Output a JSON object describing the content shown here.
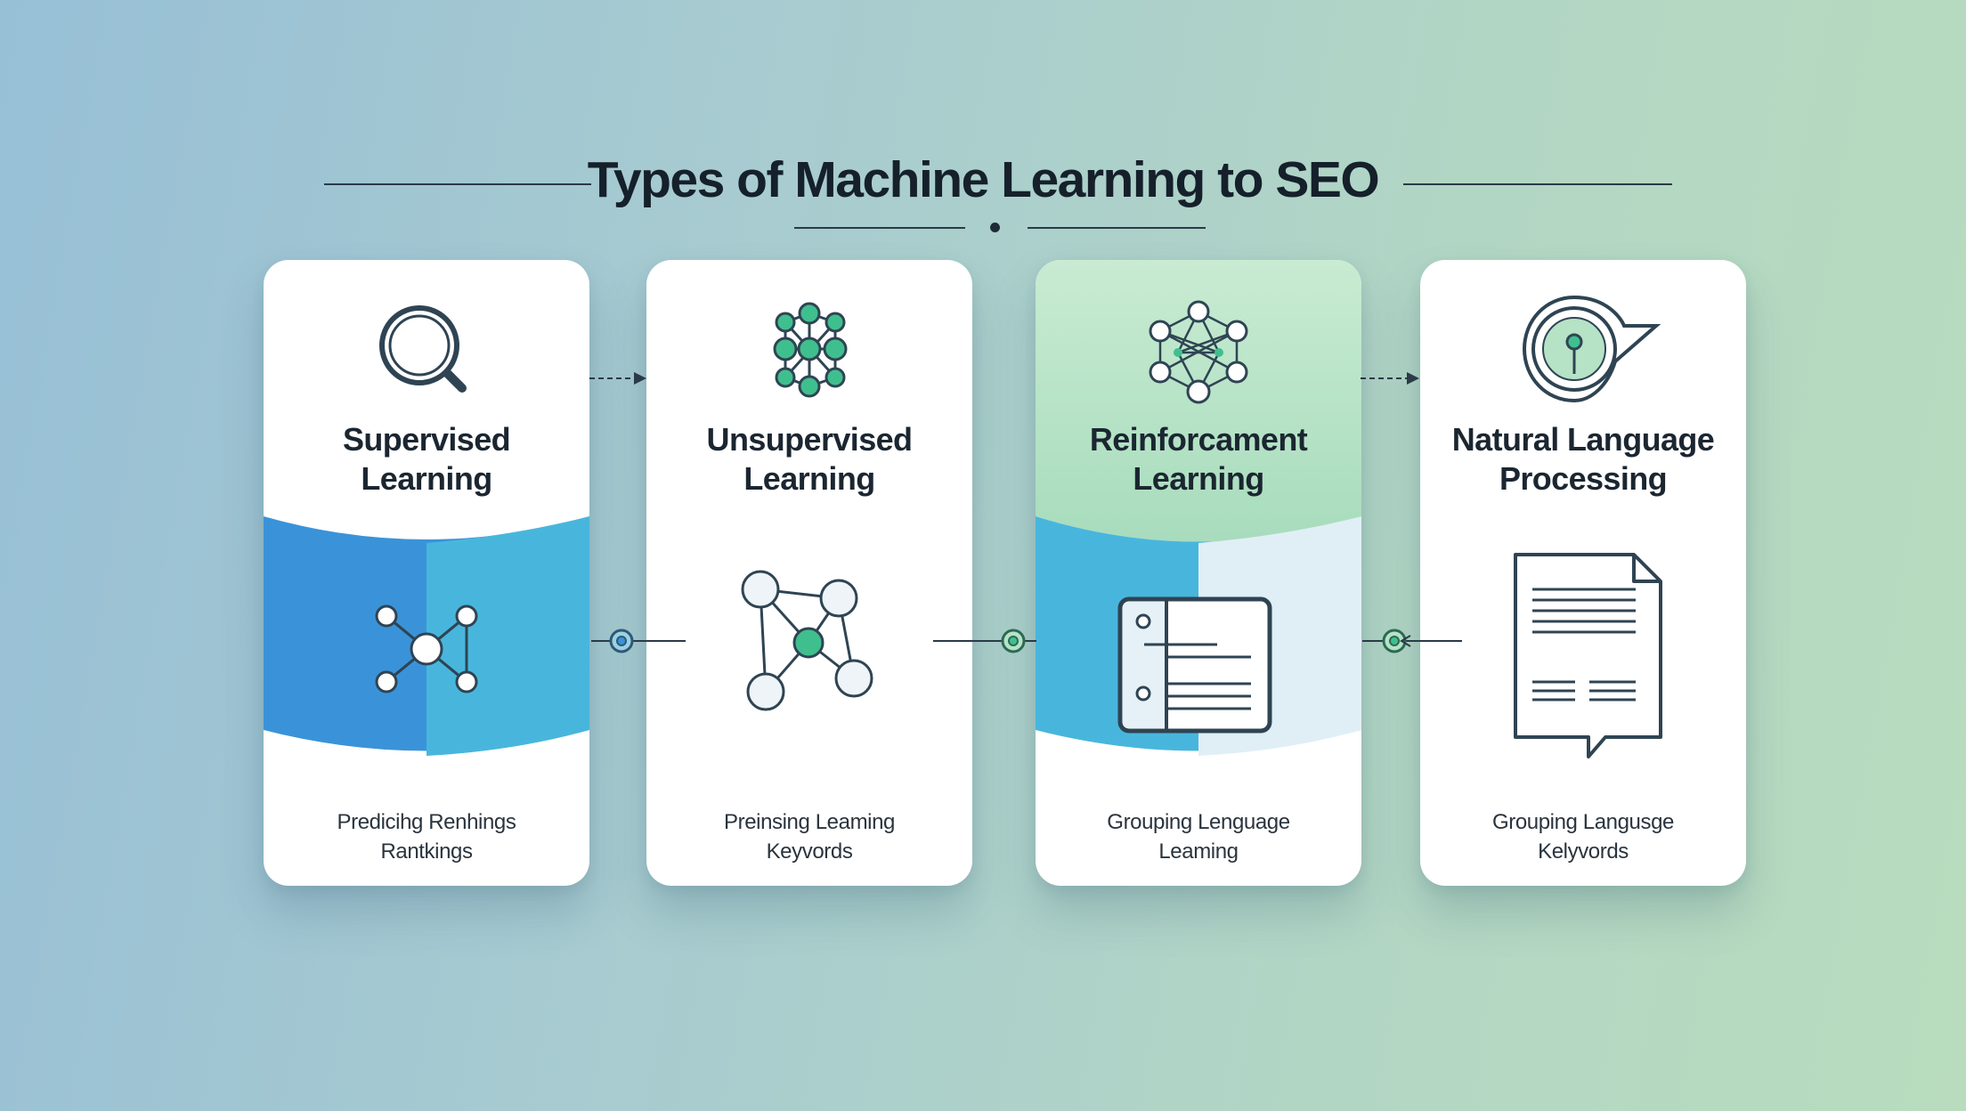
{
  "title": "Types of Machine Learning to SEO",
  "colors": {
    "blue_dark": "#3a93d8",
    "blue_light": "#48b6dc",
    "green_tint": "#b4e0c4",
    "accent_green": "#3fbf8e",
    "ink": "#2f4453"
  },
  "cards": [
    {
      "title_line1": "Supervised",
      "title_line2": "Learning",
      "caption_line1": "Predicihg Renhings",
      "caption_line2": "Rantkings",
      "top_icon": "magnifier-icon",
      "middle_icon": "network-graph-icon"
    },
    {
      "title_line1": "Unsupervised",
      "title_line2": "Learning",
      "caption_line1": "Preinsing Leaming",
      "caption_line2": "Keyvords",
      "top_icon": "cluster-nodes-icon",
      "middle_icon": "network-graph-icon"
    },
    {
      "title_line1": "Reinforcament",
      "title_line2": "Learning",
      "caption_line1": "Grouping Lenguage",
      "caption_line2": "Leaming",
      "top_icon": "neural-network-icon",
      "middle_icon": "document-list-icon"
    },
    {
      "title_line1": "Natural Language",
      "title_line2": "Processing",
      "caption_line1": "Grouping Langusge",
      "caption_line2": "Kelyvords",
      "top_icon": "speech-target-icon",
      "middle_icon": "document-speech-icon"
    }
  ]
}
